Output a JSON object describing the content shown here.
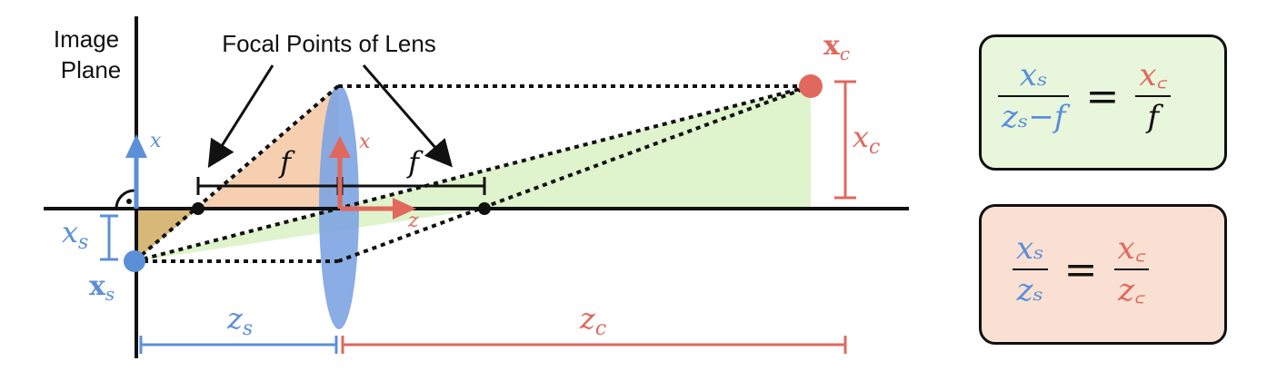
{
  "labels": {
    "image_plane_line1": "Image",
    "image_plane_line2": "Plane",
    "focal_points": "Focal Points of Lens",
    "f_left": "f",
    "f_right": "f",
    "x_axis_cam": "x",
    "z_axis_cam": "z",
    "x_axis_img": "x",
    "x_c_point": "x",
    "x_c_point_sub": "c",
    "x_c_height": "x",
    "x_c_height_sub": "c",
    "x_s_height": "x",
    "x_s_height_sub": "s",
    "x_s_point": "x",
    "x_s_point_sub": "s",
    "z_s": "z",
    "z_s_sub": "s",
    "z_c": "z",
    "z_c_sub": "c"
  },
  "equations": {
    "top": {
      "lhs_num": "xₛ",
      "lhs_den": "zₛ−f",
      "rhs_num": "x꜀",
      "rhs_den": "f",
      "equals": "="
    },
    "bottom": {
      "lhs_num": "xₛ",
      "lhs_den": "zₛ",
      "rhs_num": "x꜀",
      "rhs_den": "z꜀",
      "equals": "="
    }
  },
  "colors": {
    "blue": "#5b8fd8",
    "red": "#e0685d",
    "green_fill": "#dff3cc",
    "orange_fill": "#f6cfb0",
    "olive_fill": "#d8b878",
    "lens": "#7fa6e2",
    "box_green": "#e8f6dc",
    "box_orange": "#f9e0d2"
  }
}
